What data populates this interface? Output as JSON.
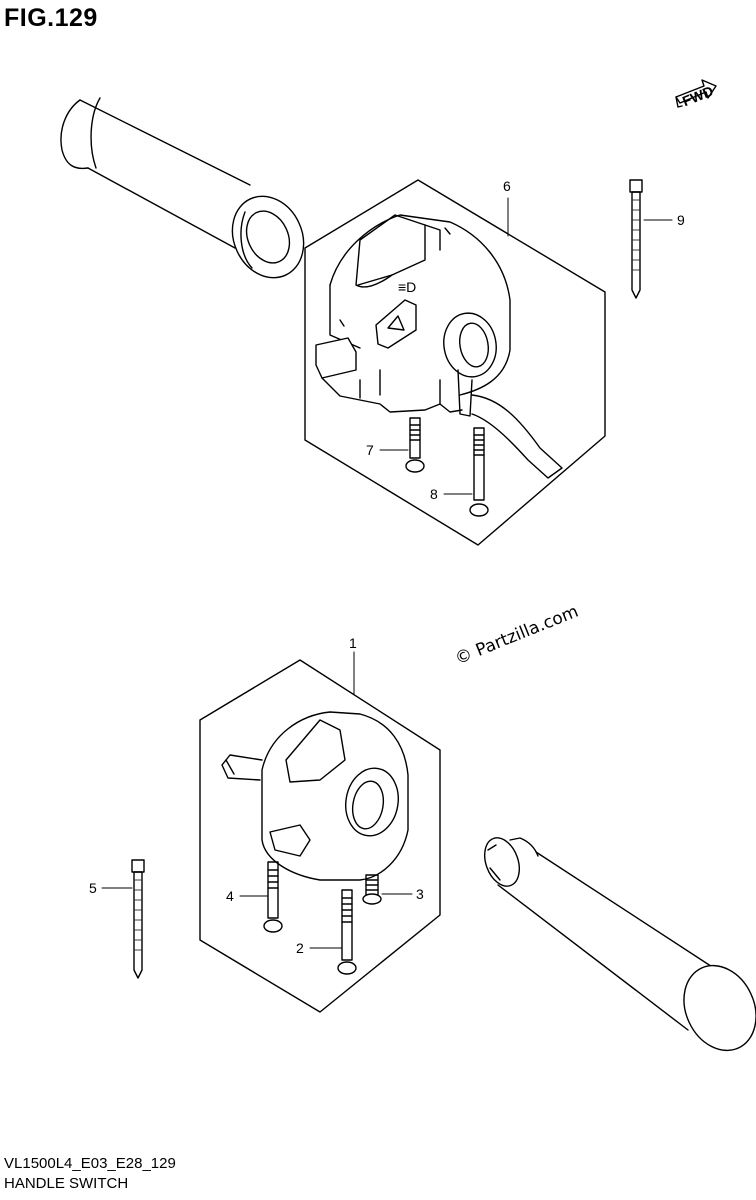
{
  "figure": {
    "title": "FIG.129"
  },
  "direction_label": "FWD",
  "watermark": "© Partzilla.com",
  "footer": {
    "model_code": "VL1500L4_E03_E28_129",
    "section_name": "HANDLE SWITCH"
  },
  "callouts": [
    "1",
    "2",
    "3",
    "4",
    "5",
    "6",
    "7",
    "8",
    "9"
  ]
}
